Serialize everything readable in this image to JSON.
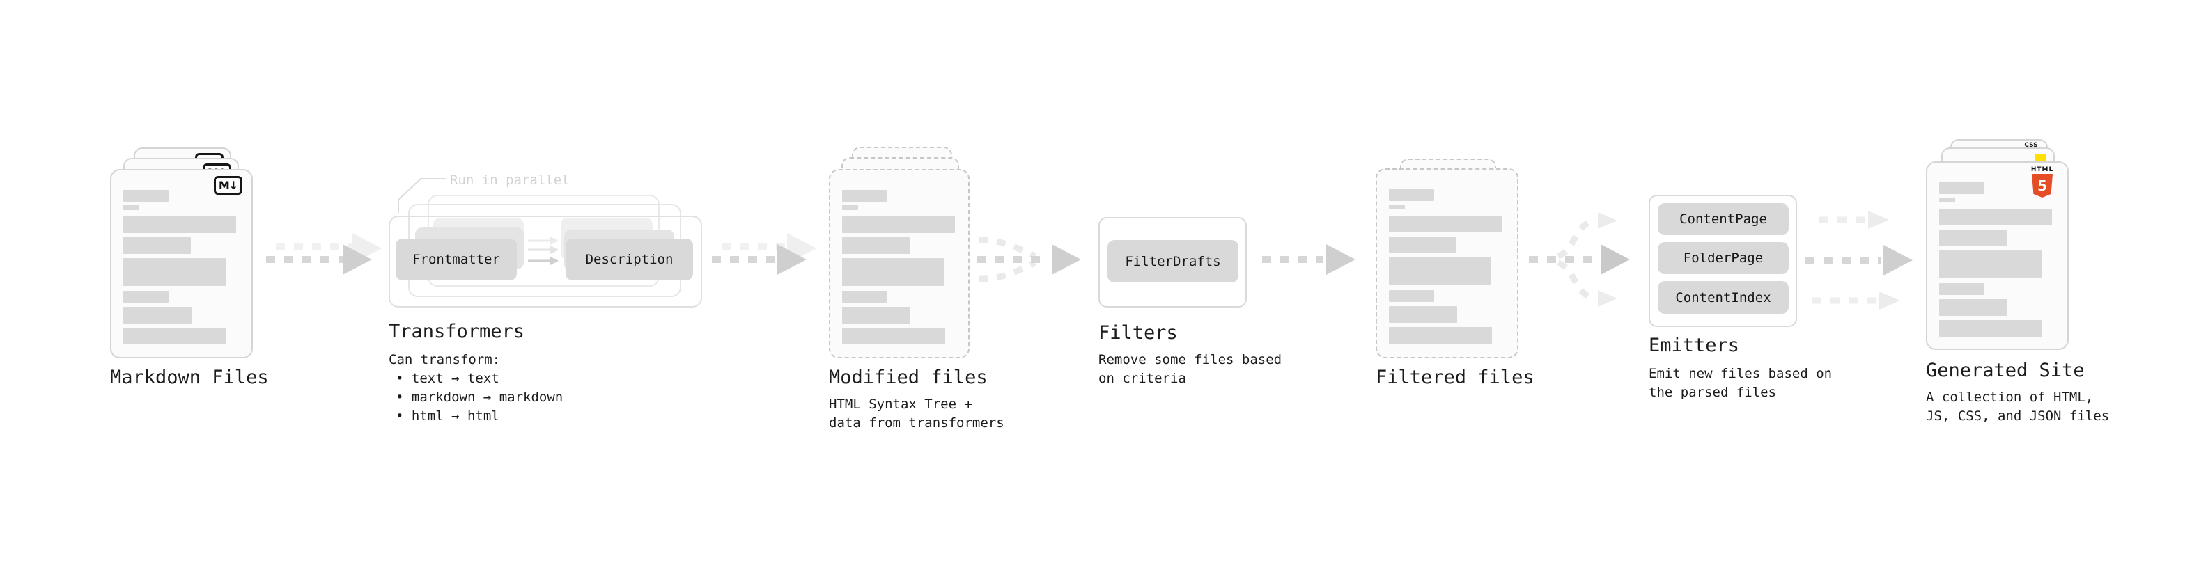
{
  "stages": {
    "markdown_files": {
      "label": "Markdown Files",
      "badge": "M↓"
    },
    "transformers": {
      "label": "Transformers",
      "note": "Run in parallel",
      "input_pill": "Frontmatter",
      "output_pill": "Description",
      "desc_title": "Can transform:",
      "bullets": [
        "• text → text",
        "• markdown → markdown",
        "• html → html"
      ]
    },
    "modified_files": {
      "label": "Modified files",
      "desc": [
        "HTML Syntax Tree +",
        "data from transformers"
      ]
    },
    "filters": {
      "label": "Filters",
      "pill": "FilterDrafts",
      "desc": [
        "Remove some files based",
        "on criteria"
      ]
    },
    "filtered_files": {
      "label": "Filtered files"
    },
    "emitters": {
      "label": "Emitters",
      "pills": [
        "ContentPage",
        "FolderPage",
        "ContentIndex"
      ],
      "desc": [
        "Emit new files based on",
        "the parsed files"
      ]
    },
    "generated_site": {
      "label": "Generated Site",
      "desc": [
        "A collection of HTML,",
        "JS, CSS, and JSON files"
      ],
      "badges": {
        "html_word": "HTML",
        "html_number": "5",
        "css_word": "CSS"
      }
    }
  },
  "colors": {
    "card_background": "#fbfbfb",
    "card_border": "#d5d5d5",
    "dashed_border": "#c7c7c7",
    "placeholder_bar": "#d9d9d9",
    "pill_background": "#d9d9d9",
    "arrow": "#d4d4d4",
    "arrow_faint": "#ededed",
    "text": "#1c1c1c",
    "note_text": "#d2d2d2",
    "html5_orange": "#e44d26",
    "js_yellow": "#ffe000",
    "css_blue": "#2f6df6"
  }
}
